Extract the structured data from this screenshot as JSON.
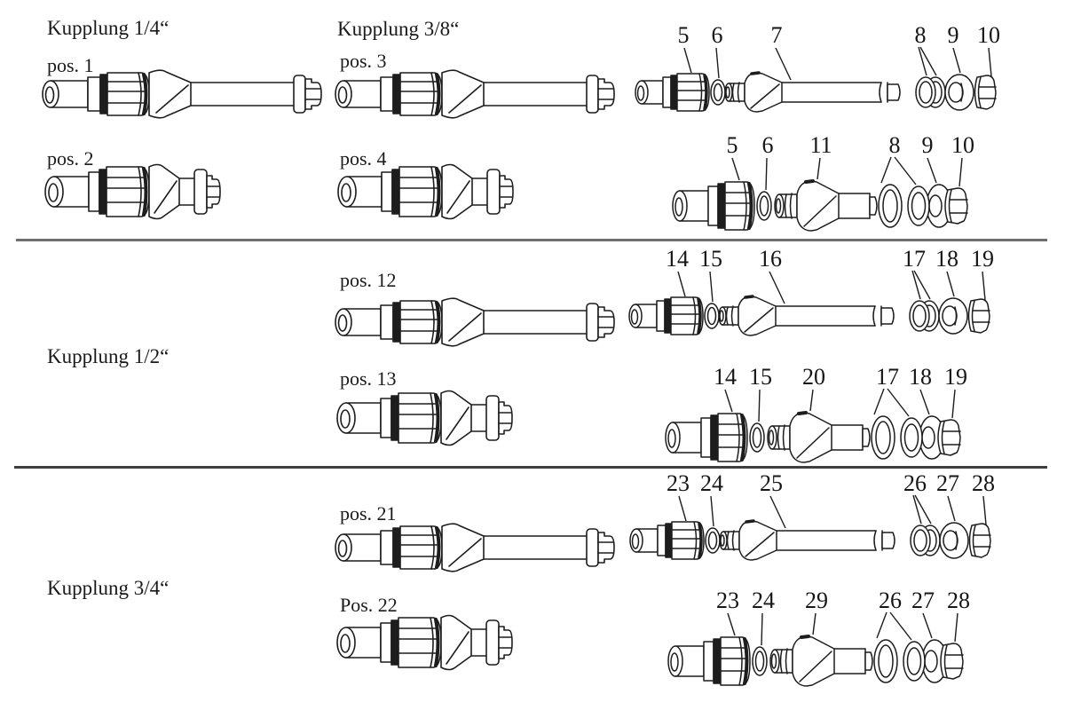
{
  "page": {
    "background": "#ffffff",
    "line_color": "#1d1d1d",
    "divider_top_color": "#6f6f6f",
    "divider_bottom_color": "#3f3f3f"
  },
  "sections": [
    {
      "groups": [
        {
          "title": "Kupplung 1/4“",
          "variants": [
            {
              "pos": "pos. 1",
              "type": "long"
            },
            {
              "pos": "pos. 2",
              "type": "short"
            }
          ]
        },
        {
          "title": "Kupplung 3/8“",
          "variants": [
            {
              "pos": "pos. 3",
              "type": "long"
            },
            {
              "pos": "pos. 4",
              "type": "short"
            }
          ]
        }
      ],
      "exploded": [
        {
          "type": "long",
          "labels": [
            "5",
            "6",
            "7",
            "8",
            "9",
            "10"
          ]
        },
        {
          "type": "short",
          "labels": [
            "5",
            "6",
            "11",
            "8",
            "9",
            "10"
          ]
        }
      ]
    },
    {
      "title": "Kupplung 1/2“",
      "groups": [
        {
          "variants": [
            {
              "pos": "pos. 12",
              "type": "long"
            },
            {
              "pos": "pos. 13",
              "type": "short"
            }
          ]
        }
      ],
      "exploded": [
        {
          "type": "long",
          "labels": [
            "14",
            "15",
            "16",
            "17",
            "18",
            "19"
          ]
        },
        {
          "type": "short",
          "labels": [
            "14",
            "15",
            "20",
            "17",
            "18",
            "19"
          ]
        }
      ]
    },
    {
      "title": "Kupplung 3/4“",
      "groups": [
        {
          "variants": [
            {
              "pos": "pos. 21",
              "type": "long"
            },
            {
              "pos": "Pos. 22",
              "type": "short"
            }
          ]
        }
      ],
      "exploded": [
        {
          "type": "long",
          "labels": [
            "23",
            "24",
            "25",
            "26",
            "27",
            "28"
          ]
        },
        {
          "type": "short",
          "labels": [
            "23",
            "24",
            "29",
            "26",
            "27",
            "28"
          ]
        }
      ]
    }
  ]
}
